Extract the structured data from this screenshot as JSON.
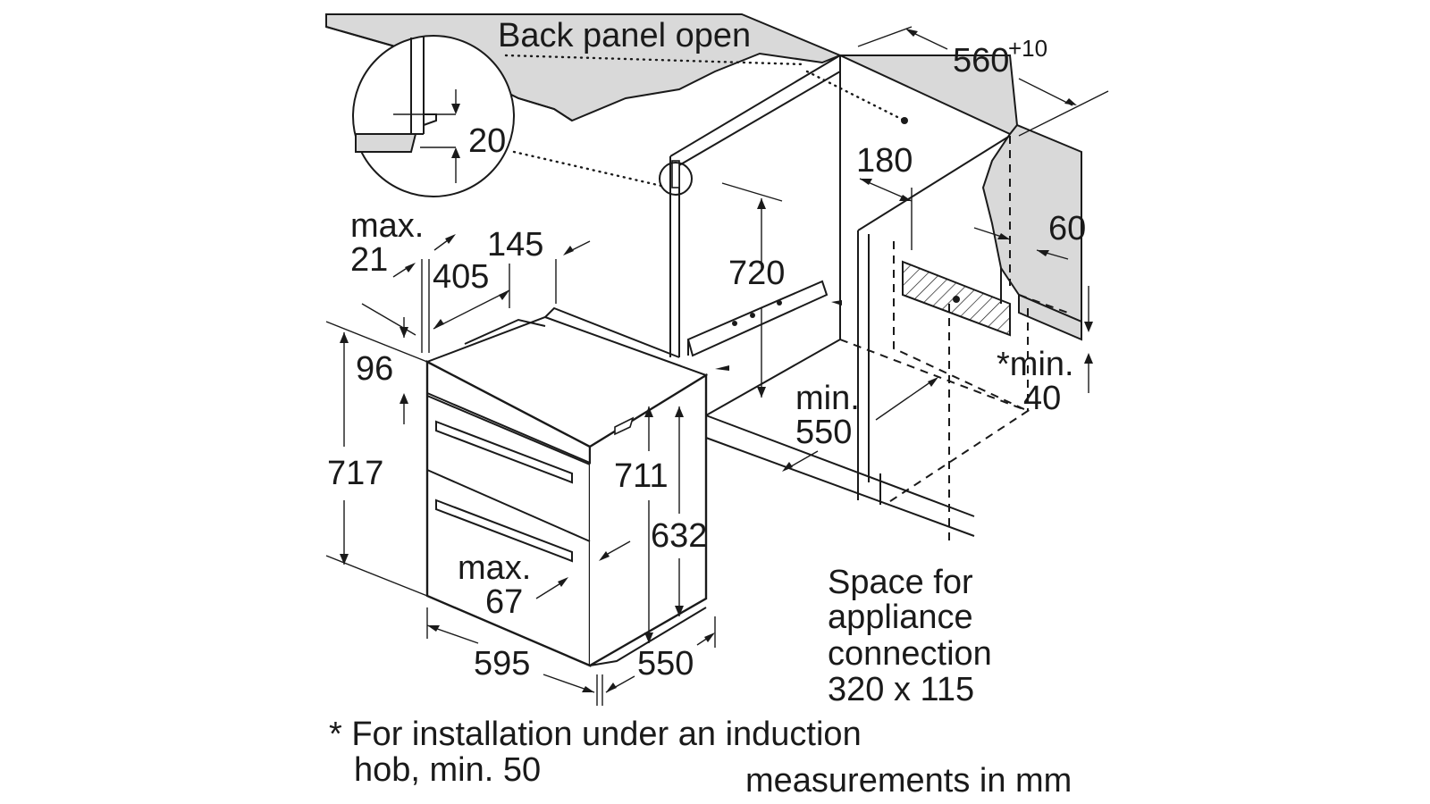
{
  "labels": {
    "back_panel": "Back panel open",
    "d560": "560",
    "d560_sup": "+10",
    "d20": "20",
    "d180": "180",
    "d60": "60",
    "max21_a": "max.",
    "max21_b": "21",
    "d145": "145",
    "d405": "405",
    "d720": "720",
    "d96": "96",
    "min40_a": "*min.",
    "min40_b": "40",
    "min550_a": "min.",
    "min550_b": "550",
    "d717": "717",
    "d711": "711",
    "d632": "632",
    "max67_a": "max.",
    "max67_b": "67",
    "d595": "595",
    "d550": "550",
    "space_1": "Space for",
    "space_2": "appliance",
    "space_3": "connection",
    "space_4": "320 x 115",
    "foot_1": "* For installation under an induction",
    "foot_2": "hob, min. 50",
    "units": "measurements in mm"
  },
  "colors": {
    "line": "#1a1a1a",
    "worktop": "#d9d9d9",
    "background": "#ffffff"
  }
}
